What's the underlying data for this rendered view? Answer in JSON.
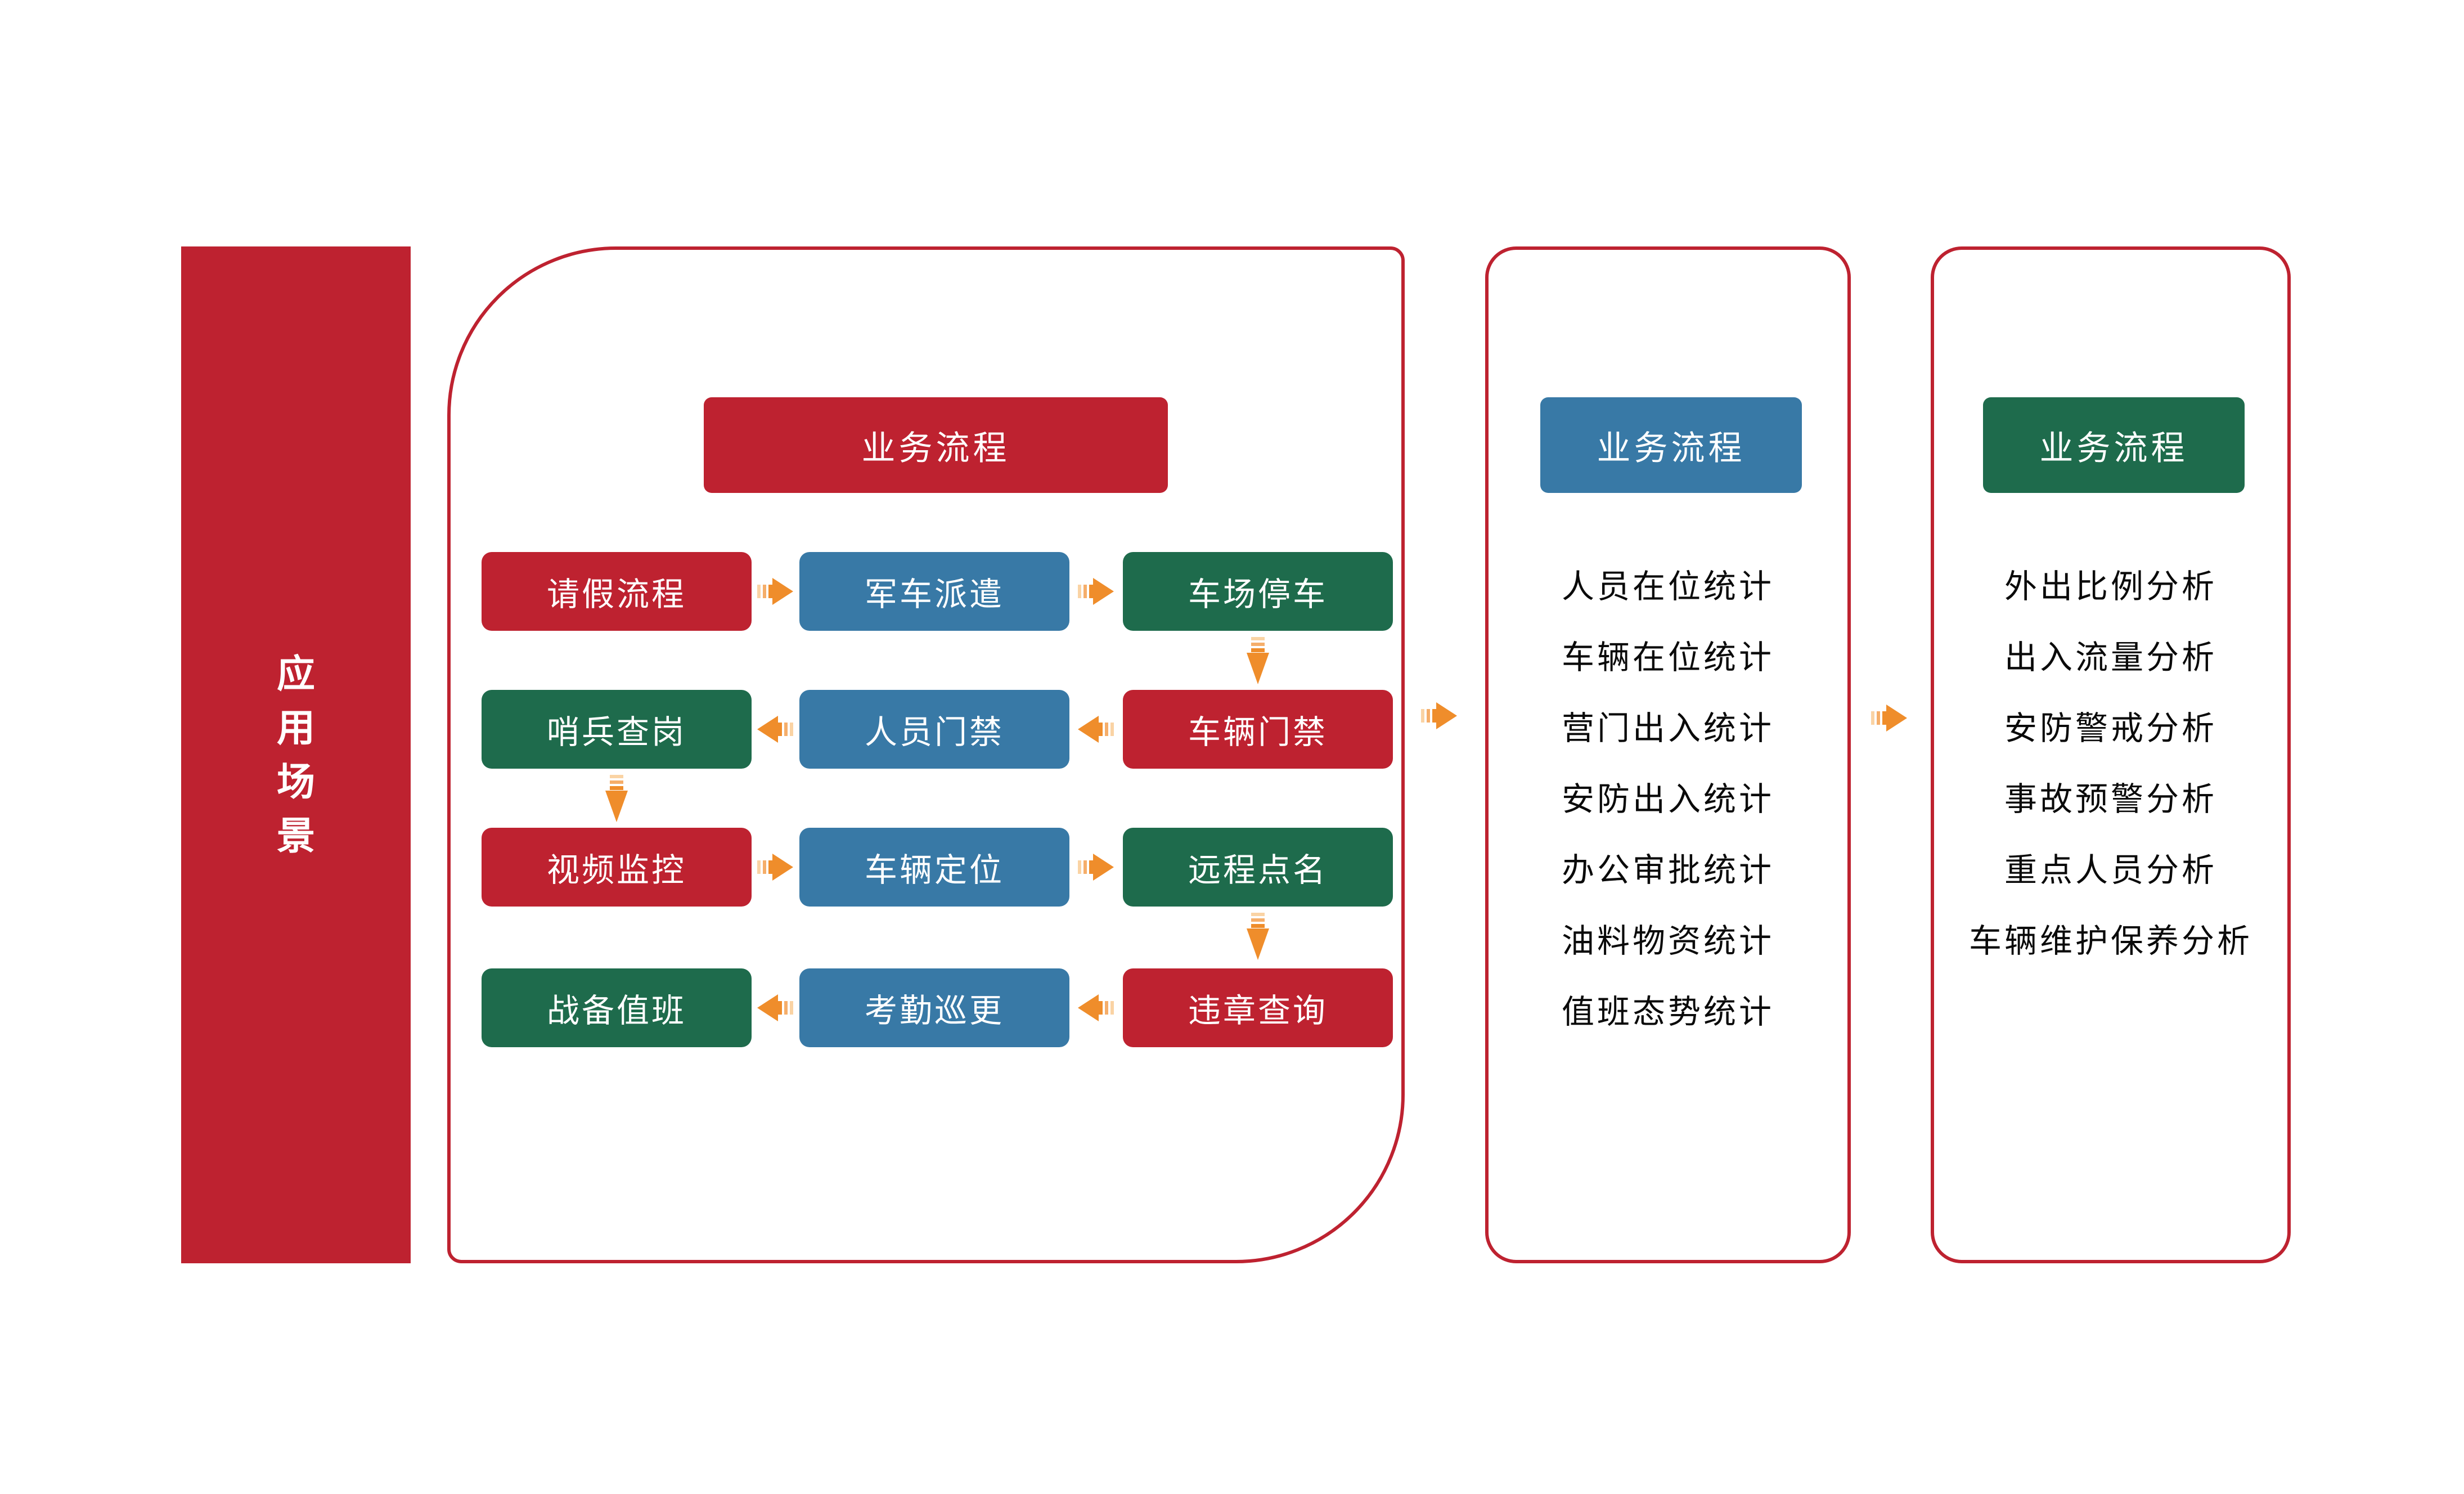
{
  "colors": {
    "red": "#BE2230",
    "blue": "#3879A6",
    "green": "#1E6B4C",
    "orange": "#EF8D2B",
    "orange_mid": "#F5AE6A",
    "orange_light": "#FAD3A4",
    "text_dark": "#0A0A0A",
    "white": "#FFFFFF"
  },
  "left_bar": {
    "label": "应用场景",
    "chars": [
      "应",
      "用",
      "场",
      "景"
    ]
  },
  "panel1": {
    "header": "业务流程",
    "header_color": "#BE2230",
    "rows": [
      {
        "arrow_direction": "right",
        "cells": [
          {
            "label": "请假流程",
            "color": "#BE2230"
          },
          {
            "label": "军车派遣",
            "color": "#3879A6"
          },
          {
            "label": "车场停车",
            "color": "#1E6B4C"
          }
        ]
      },
      {
        "arrow_direction": "left",
        "cells": [
          {
            "label": "哨兵查岗",
            "color": "#1E6B4C"
          },
          {
            "label": "人员门禁",
            "color": "#3879A6"
          },
          {
            "label": "车辆门禁",
            "color": "#BE2230"
          }
        ]
      },
      {
        "arrow_direction": "right",
        "cells": [
          {
            "label": "视频监控",
            "color": "#BE2230"
          },
          {
            "label": "车辆定位",
            "color": "#3879A6"
          },
          {
            "label": "远程点名",
            "color": "#1E6B4C"
          }
        ]
      },
      {
        "arrow_direction": "left",
        "cells": [
          {
            "label": "战备值班",
            "color": "#1E6B4C"
          },
          {
            "label": "考勤巡更",
            "color": "#3879A6"
          },
          {
            "label": "违章查询",
            "color": "#BE2230"
          }
        ]
      }
    ],
    "down_connectors": [
      "车场停车→车辆门禁",
      "哨兵查岗→视频监控",
      "远程点名→违章查询"
    ]
  },
  "panel2": {
    "header": "业务流程",
    "header_color": "#3879A6",
    "items": [
      "人员在位统计",
      "车辆在位统计",
      "营门出入统计",
      "安防出入统计",
      "办公审批统计",
      "油料物资统计",
      "值班态势统计"
    ]
  },
  "panel3": {
    "header": "业务流程",
    "header_color": "#1E6B4C",
    "items": [
      "外出比例分析",
      "出入流量分析",
      "安防警戒分析",
      "事故预警分析",
      "重点人员分析",
      "车辆维护保养分析"
    ]
  },
  "connectors": [
    "panel1→panel2",
    "panel2→panel3"
  ]
}
